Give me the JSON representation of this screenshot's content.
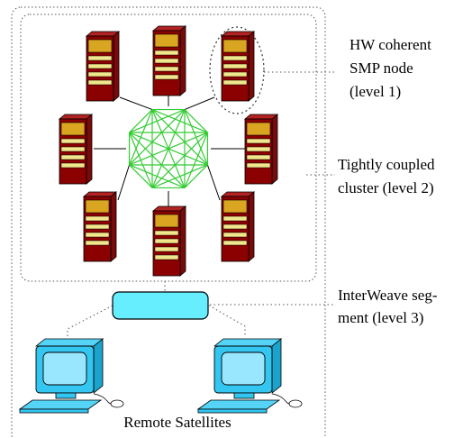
{
  "labels": {
    "smp_node": [
      "HW coherent",
      "SMP node",
      "(level 1)"
    ],
    "cluster": [
      "Tightly coupled",
      "cluster (level 2)"
    ],
    "segment": [
      "InterWeave seg-",
      "ment (level 3)"
    ],
    "satellites": "Remote Satellites"
  },
  "colors": {
    "server_body": "#b22222",
    "server_dark": "#7a0a0a",
    "server_front": "#8b0000",
    "server_drive": "#daa520",
    "server_slot": "#f0e68c",
    "mesh": "#33cc33",
    "hub_fill": "#66eeff",
    "monitor_screen": "#99e6ff",
    "monitor_body": "#33c6f0"
  },
  "icons": [
    "server-icon",
    "computer-icon",
    "network-hub-icon"
  ]
}
